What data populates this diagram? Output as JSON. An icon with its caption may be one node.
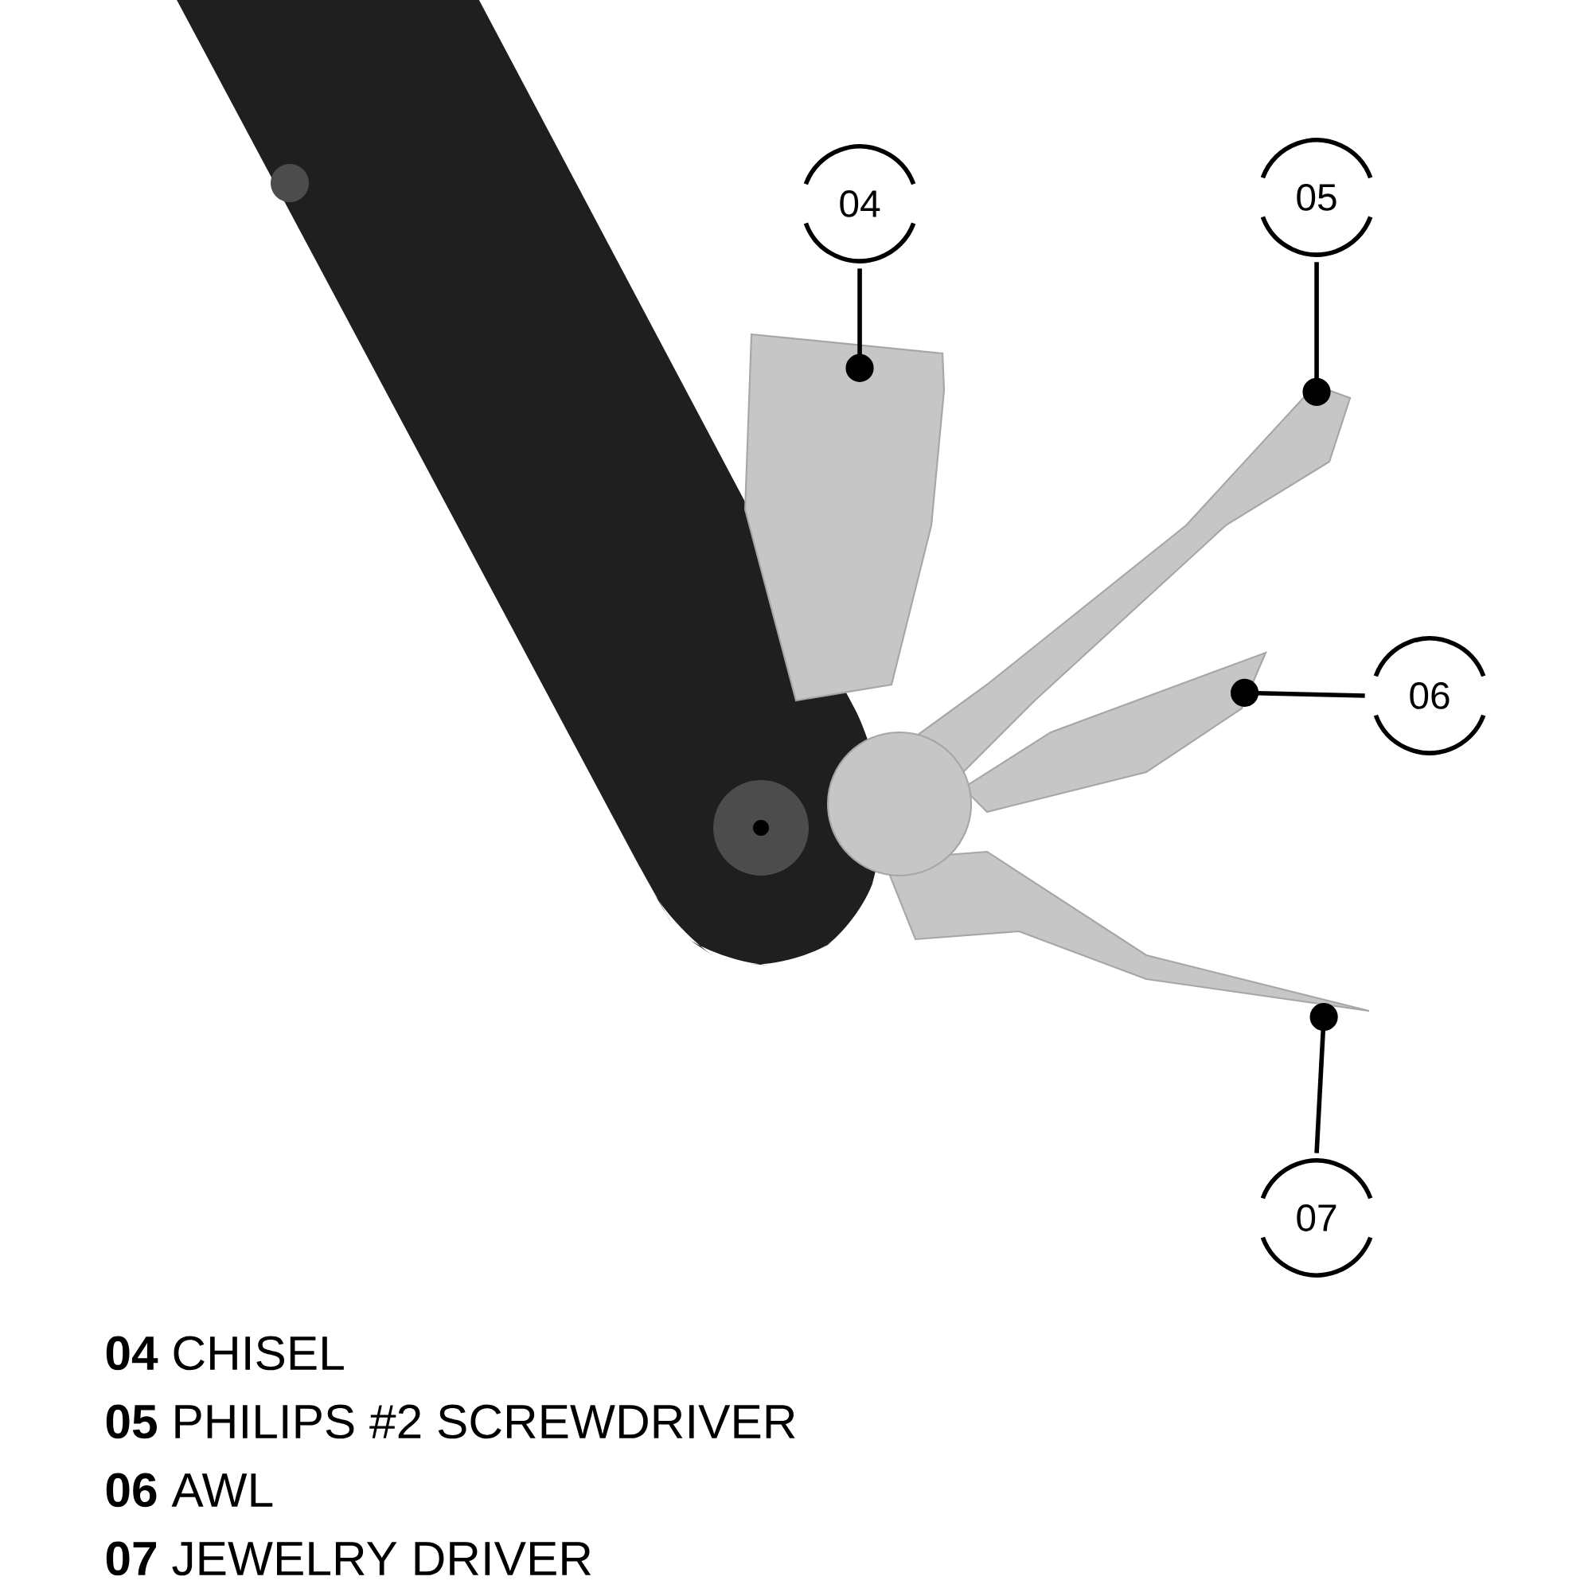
{
  "diagram": {
    "nodes": [
      {
        "text": [
          "04"
        ]
      },
      {
        "text": [
          "05"
        ]
      },
      {
        "text": [
          "06"
        ]
      },
      {
        "text": [
          "07"
        ]
      }
    ],
    "edges": [
      {
        "from": 0,
        "to": null,
        "arrow": "other"
      },
      {
        "from": 1,
        "to": null,
        "arrow": "other"
      },
      {
        "from": 2,
        "to": null,
        "arrow": "other"
      },
      {
        "from": 3,
        "to": null,
        "arrow": "other"
      }
    ],
    "labels": [
      "**04** CHISEL",
      "**05** PHILIPS #2 SCREWDRIVER",
      "**06** AWL",
      "**07** JEWELRY DRIVER"
    ]
  }
}
